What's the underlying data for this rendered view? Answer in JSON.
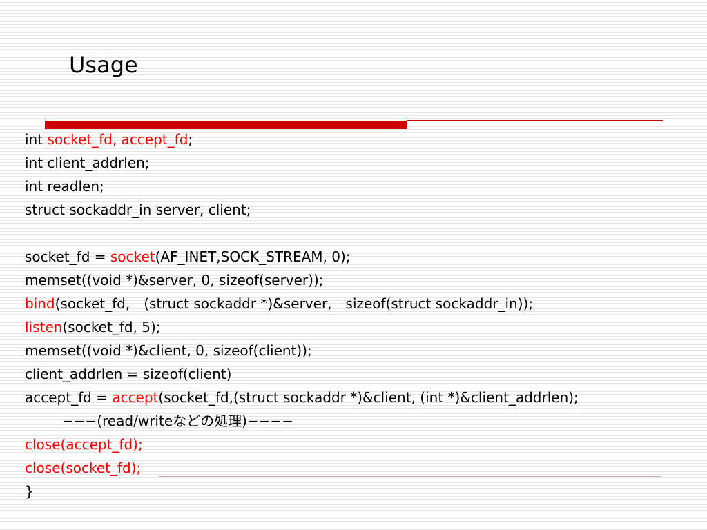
{
  "title": "Usage",
  "colors": {
    "accent": "#cc0000",
    "highlight_text": "#ff0000",
    "text": "#000000"
  },
  "code_lines": [
    {
      "segments": [
        {
          "text": "int ",
          "red": false
        },
        {
          "text": "socket_fd, accept_fd",
          "red": true
        },
        {
          "text": ";",
          "red": false
        }
      ]
    },
    {
      "segments": [
        {
          "text": "int client_addrlen;",
          "red": false
        }
      ]
    },
    {
      "segments": [
        {
          "text": "int readlen;",
          "red": false
        }
      ]
    },
    {
      "segments": [
        {
          "text": "struct sockaddr_in server, client;",
          "red": false
        }
      ]
    },
    {
      "segments": []
    },
    {
      "segments": [
        {
          "text": "socket_fd = ",
          "red": false
        },
        {
          "text": "socket",
          "red": true
        },
        {
          "text": "(AF_INET,SOCK_STREAM, 0);",
          "red": false
        }
      ]
    },
    {
      "segments": [
        {
          "text": "memset((void *)&server, 0, sizeof(server));",
          "red": false
        }
      ]
    },
    {
      "segments": [
        {
          "text": "bind",
          "red": true
        },
        {
          "text": "(socket_fd,　(struct sockaddr *)&server,　sizeof(struct sockaddr_in));",
          "red": false
        }
      ]
    },
    {
      "segments": [
        {
          "text": "listen",
          "red": true
        },
        {
          "text": "(socket_fd, 5);",
          "red": false
        }
      ]
    },
    {
      "segments": [
        {
          "text": "memset((void *)&client, 0, sizeof(client));",
          "red": false
        }
      ]
    },
    {
      "segments": [
        {
          "text": "client_addrlen = sizeof(client)",
          "red": false
        }
      ]
    },
    {
      "segments": [
        {
          "text": "accept_fd = ",
          "red": false
        },
        {
          "text": "accept",
          "red": true
        },
        {
          "text": "(socket_fd,(struct sockaddr *)&client, (int *)&client_addrlen);",
          "red": false
        }
      ]
    },
    {
      "indent": true,
      "segments": [
        {
          "text": "−−−(read/writeなどの処理)−−−−",
          "red": false
        }
      ]
    },
    {
      "segments": [
        {
          "text": "close(accept_fd);",
          "red": true
        }
      ]
    },
    {
      "segments": [
        {
          "text": "close(socket_fd);",
          "red": true
        }
      ]
    },
    {
      "segments": [
        {
          "text": "}",
          "red": false
        }
      ]
    }
  ]
}
